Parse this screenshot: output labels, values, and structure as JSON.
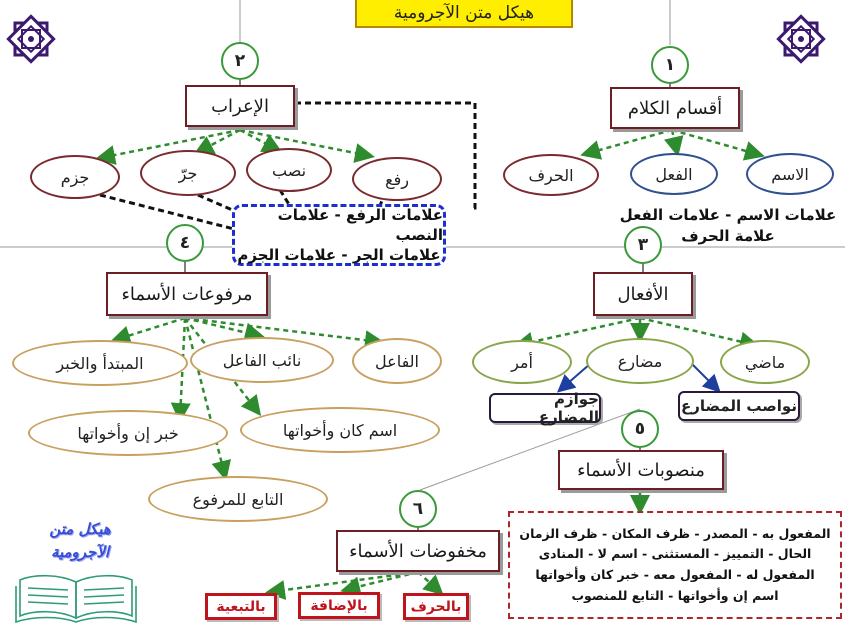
{
  "title": "هيكل متن الآجرومية",
  "numbers": [
    "١",
    "٢",
    "٣",
    "٤",
    "٥",
    "٦"
  ],
  "section1": {
    "heading": "أقسام الكلام",
    "items": [
      "الاسم",
      "الفعل",
      "الحرف"
    ],
    "note_line1": "علامات الاسم - علامات الفعل",
    "note_line2": "علامة الحرف"
  },
  "section2": {
    "heading": "الإعراب",
    "items": [
      "رفع",
      "نصب",
      "جرّ",
      "جزم"
    ],
    "note_line1": "علامات الرفع - علامات النصب",
    "note_line2": "علامات الجر - علامات الجزم"
  },
  "section3": {
    "heading": "الأفعال",
    "items": [
      "ماضي",
      "مضارع",
      "أمر"
    ],
    "sub_items": [
      "نواصب المضارع",
      "جوازم المضارع"
    ]
  },
  "section4": {
    "heading": "مرفوعات الأسماء",
    "items": [
      "الفاعل",
      "نائب الفاعل",
      "المبتدأ والخبر",
      "اسم كان وأخواتها",
      "خبر إن وأخواتها",
      "التابع للمرفوع"
    ]
  },
  "section5": {
    "heading": "منصوبات الأسماء",
    "lines": [
      "المفعول به - المصدر - ظرف المكان - ظرف الزمان",
      "الحال - التمييز - المستثنى - اسم لا - المنادى",
      "المفعول له - المفعول معه - خبر كان وأخواتها",
      "اسم إن وأخواتها - التابع للمنصوب"
    ]
  },
  "section6": {
    "heading": "مخفوضات الأسماء",
    "items": [
      "بالحرف",
      "بالإضافة",
      "بالتبعية"
    ]
  },
  "logo": {
    "line1": "هيكل متن",
    "line2": "الآجرومية"
  }
}
